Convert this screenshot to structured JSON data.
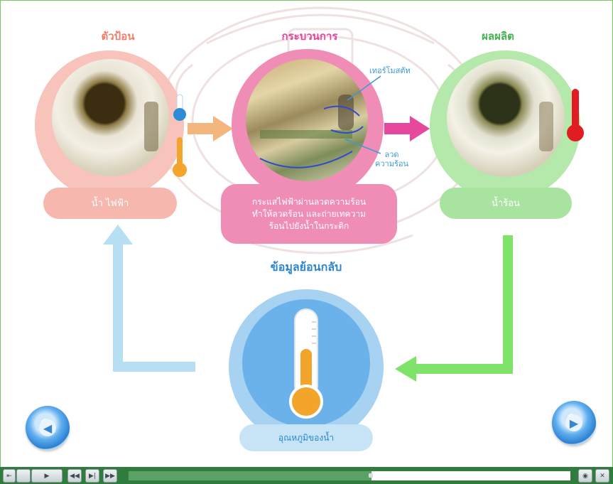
{
  "headings": {
    "input": "ตัวป้อน",
    "process": "กระบวนการ",
    "output": "ผลผลิต",
    "feedback": "ข้อมูลย้อนกลับ"
  },
  "labels": {
    "input": "น้ำ ไฟฟ้า",
    "process_line1": "กระแสไฟฟ้าผ่านลวดความร้อน",
    "process_line2": "ทำให้ลวดร้อน และถ่ายเทความ",
    "process_line3": "ร้อนไปยังน้ำในกระติก",
    "output": "น้ำร้อน",
    "feedback": "อุณหภูมิของน้ำ"
  },
  "annotations": {
    "thermostat": "เทอร์โมสตัท",
    "heating_wire_line1": "ลวด",
    "heating_wire_line2": "ความร้อน"
  },
  "colors": {
    "input": "#f6b8ae",
    "process": "#ef8db7",
    "output": "#a9e3a0",
    "feedback": "#9cc9ee",
    "heading_input": "#f07f6a",
    "heading_process": "#e2469b",
    "heading_output": "#46b052",
    "heading_feedback": "#2b86cf"
  },
  "player": {
    "buttons": [
      "exit-icon",
      "play-icon",
      "skip-back-icon",
      "step-forward-icon",
      "fast-forward-icon",
      "volume-icon",
      "close-icon"
    ],
    "progress": 0.55
  },
  "nav": {
    "prev": "previous-arrow-icon",
    "next": "next-arrow-icon"
  }
}
